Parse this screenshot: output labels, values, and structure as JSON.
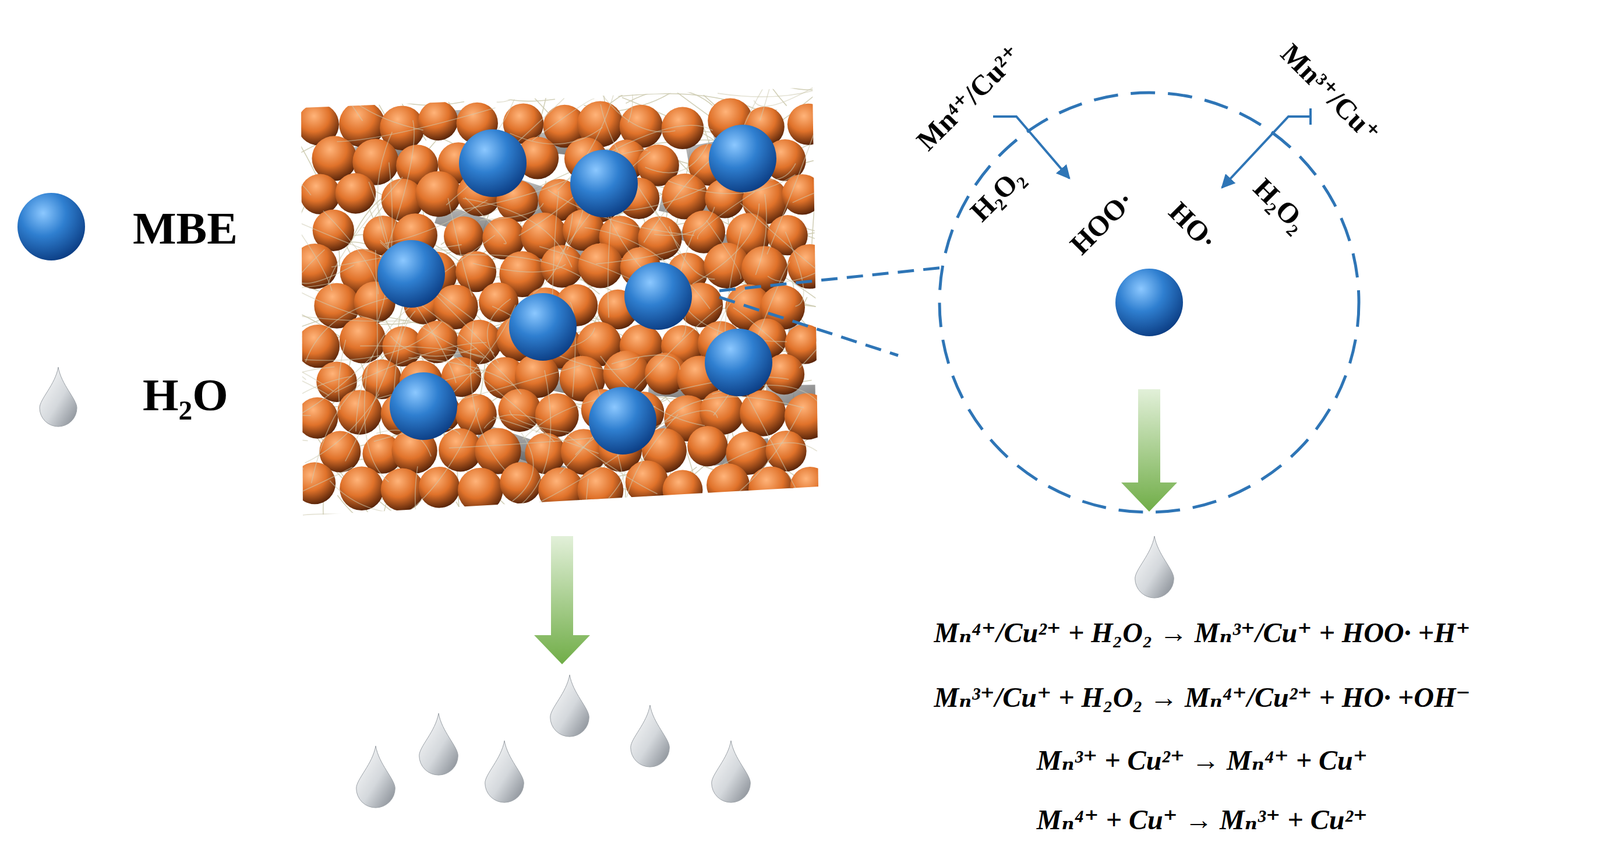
{
  "diagram": {
    "labels": [
      "Mn⁴⁺/Cu²⁺",
      "Mn³⁺/Cu⁺",
      "H₂O₂",
      "HOO·",
      "HO·",
      "H₂O₂",
      "Mₙ⁴⁺/Cu²⁺ + H₂O₂ → Mₙ³⁺/Cu⁺ + HOO· +H⁺",
      "Mₙ³⁺/Cu⁺ + H₂O₂ → Mₙ⁴⁺/Cu²⁺ + HO· +OH⁻",
      "Mₙ³⁺ + Cu²⁺ → Mₙ⁴⁺ + Cu⁺",
      "Mₙ⁴⁺ + Cu⁺ → Mₙ³⁺ + Cu²⁺"
    ],
    "legend": [
      {
        "text": "MBE"
      },
      {
        "text": "H₂O"
      }
    ]
  }
}
